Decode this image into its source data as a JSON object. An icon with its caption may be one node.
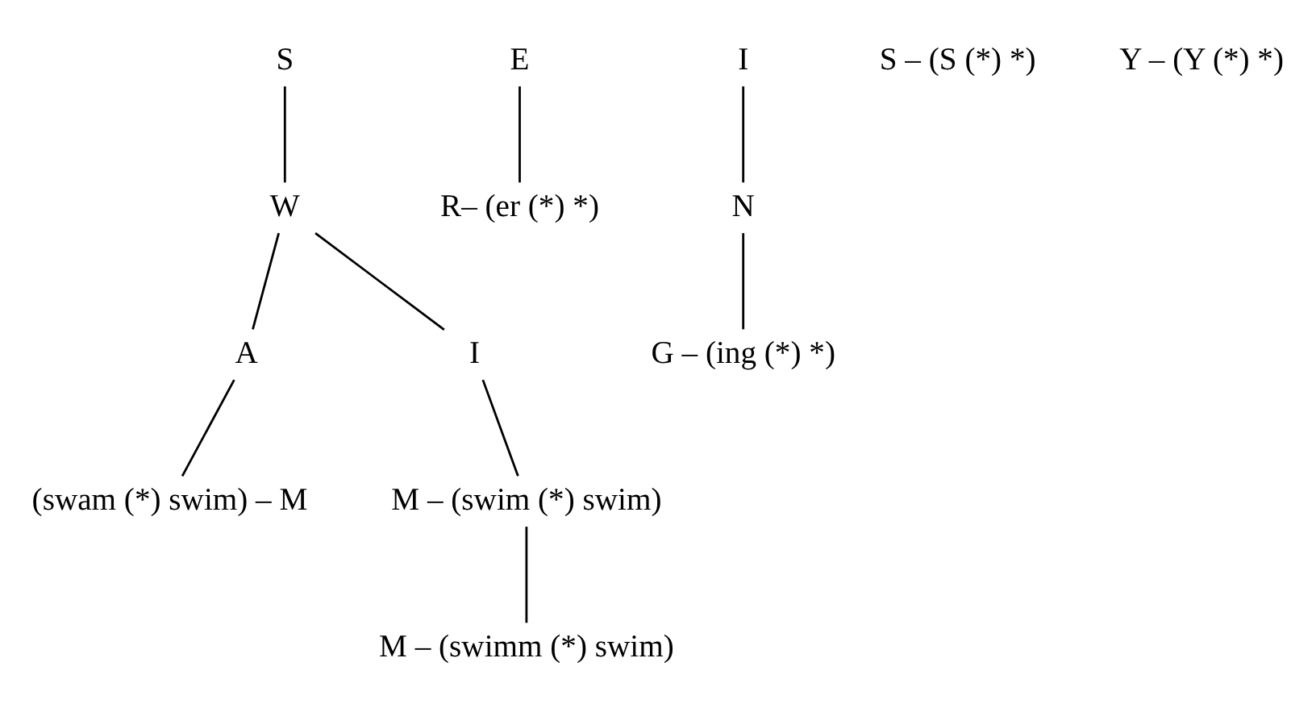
{
  "diagram": {
    "nodes": [
      {
        "text": [
          "S"
        ]
      },
      {
        "text": [
          "E"
        ]
      },
      {
        "text": [
          "I"
        ]
      },
      {
        "text": [
          "S – (S (*) *)"
        ]
      },
      {
        "text": [
          "Y – (Y (*) *)"
        ]
      },
      {
        "text": [
          "W"
        ]
      },
      {
        "text": [
          "R– (er (*) *)"
        ]
      },
      {
        "text": [
          "N"
        ]
      },
      {
        "text": [
          "A"
        ]
      },
      {
        "text": [
          "I"
        ]
      },
      {
        "text": [
          "G – (ing (*) *)"
        ]
      },
      {
        "text": [
          "(swam (*) swim) – M"
        ]
      },
      {
        "text": [
          "M – (swim (*) swim)"
        ]
      },
      {
        "text": [
          "M – (swimm (*) swim)"
        ]
      }
    ],
    "edges": [
      {
        "from": 0,
        "to": 5,
        "arrow": "none"
      },
      {
        "from": 1,
        "to": 6,
        "arrow": "none"
      },
      {
        "from": 2,
        "to": 7,
        "arrow": "none"
      },
      {
        "from": 5,
        "to": 8,
        "arrow": "none"
      },
      {
        "from": 5,
        "to": 9,
        "arrow": "none"
      },
      {
        "from": 7,
        "to": 10,
        "arrow": "none"
      },
      {
        "from": 8,
        "to": 11,
        "arrow": "none"
      },
      {
        "from": 9,
        "to": 12,
        "arrow": "none"
      },
      {
        "from": 12,
        "to": 13,
        "arrow": "none"
      }
    ]
  }
}
